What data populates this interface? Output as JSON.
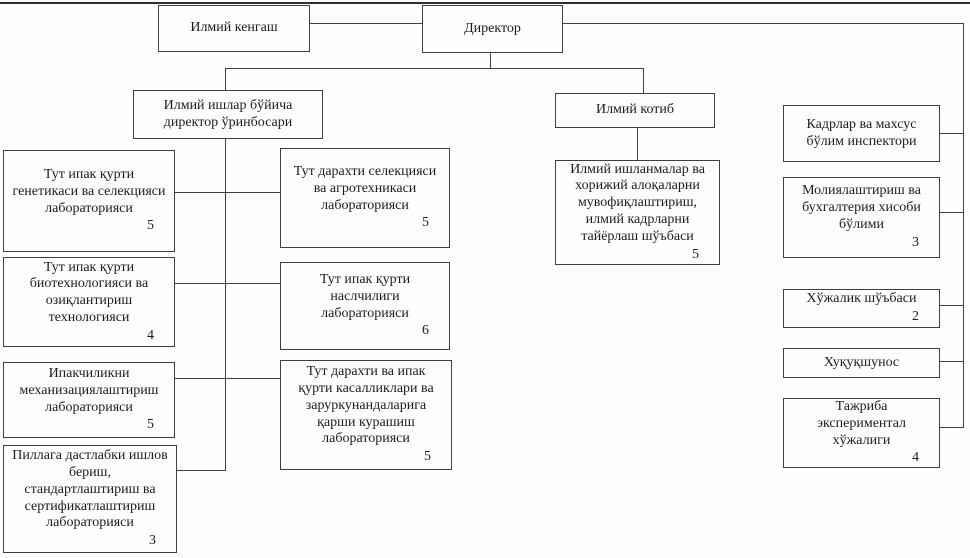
{
  "palette": {
    "page_bg": "#fdfdfd",
    "line_color": "#3f3f3f",
    "edge_color": "#2e2e2e",
    "text_color": "#1c1c1c"
  },
  "nodes": {
    "scientific_council": {
      "label": "Илмий кенгаш"
    },
    "director": {
      "label": "Директор"
    },
    "deputy_director": {
      "label": "Илмий ишлар бўйича директор ўринбосари"
    },
    "scientific_secretary": {
      "label": "Илмий котиб"
    },
    "coordination_dept": {
      "label": "Илмий ишланмалар ва хорижий алоқаларни мувофиқлаштириш, илмий кадрларни тайёрлаш шўъбаси",
      "count": "5"
    },
    "genetics_selection_lab": {
      "label": "Тут ипак қурти генетикаси ва селекцияси лабораторияси",
      "count": "5"
    },
    "biotechnology_lab": {
      "label": "Тут ипак қурти биотехнологияси ва озиқлантириш технологияси",
      "count": "4"
    },
    "mechanization_lab": {
      "label": "Ипакчиликни механизациялаштириш лабораторияси",
      "count": "5"
    },
    "cocoon_processing_lab": {
      "label": "Пиллага дастлабки ишлов бериш, стандартлаштириш ва сертификатлаштириш лабораторияси",
      "count": "3"
    },
    "mulberry_selection_lab": {
      "label": "Тут дарахти селекцияси ва агротехникаси лабораторияси",
      "count": "5"
    },
    "silkworm_breeding_lab": {
      "label": "Тут ипак қурти наслчилиги лабораторияси",
      "count": "6"
    },
    "disease_control_lab": {
      "label": "Тут дарахти ва ипак қурти касалликлари ва заруркунандаларига қарши курашиш лабораторияси",
      "count": "5"
    },
    "hr_inspector": {
      "label": "Кадрлар ва махсус бўлим инспектори"
    },
    "finance_accounting_dept": {
      "label": "Молиялаштириш ва бухгалтерия хисоби бўлими",
      "count": "3"
    },
    "household_dept": {
      "label": "Хўжалик шўъбаси",
      "count": "2"
    },
    "lawyer": {
      "label": "Хуқуқшунос"
    },
    "experimental_farm": {
      "label": "Тажриба экспериментал хўжалиги",
      "count": "4"
    }
  }
}
